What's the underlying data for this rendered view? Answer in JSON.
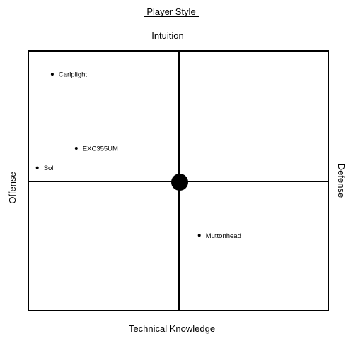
{
  "chart_data": {
    "type": "scatter",
    "title": "Player Style",
    "axis_labels": {
      "top": "Intuition",
      "bottom": "Technical Knowledge",
      "left": "Offense",
      "right": "Defense"
    },
    "xlim": [
      -1,
      1
    ],
    "ylim": [
      -1,
      1
    ],
    "grid": false,
    "origin_marker": true,
    "points": [
      {
        "label": "Carlplight",
        "x": -0.84,
        "y": 0.82
      },
      {
        "label": "EXC355UM",
        "x": -0.68,
        "y": 0.25
      },
      {
        "label": "Sol",
        "x": -0.94,
        "y": 0.1
      },
      {
        "label": "Muttonhead",
        "x": 0.14,
        "y": -0.42
      }
    ]
  }
}
